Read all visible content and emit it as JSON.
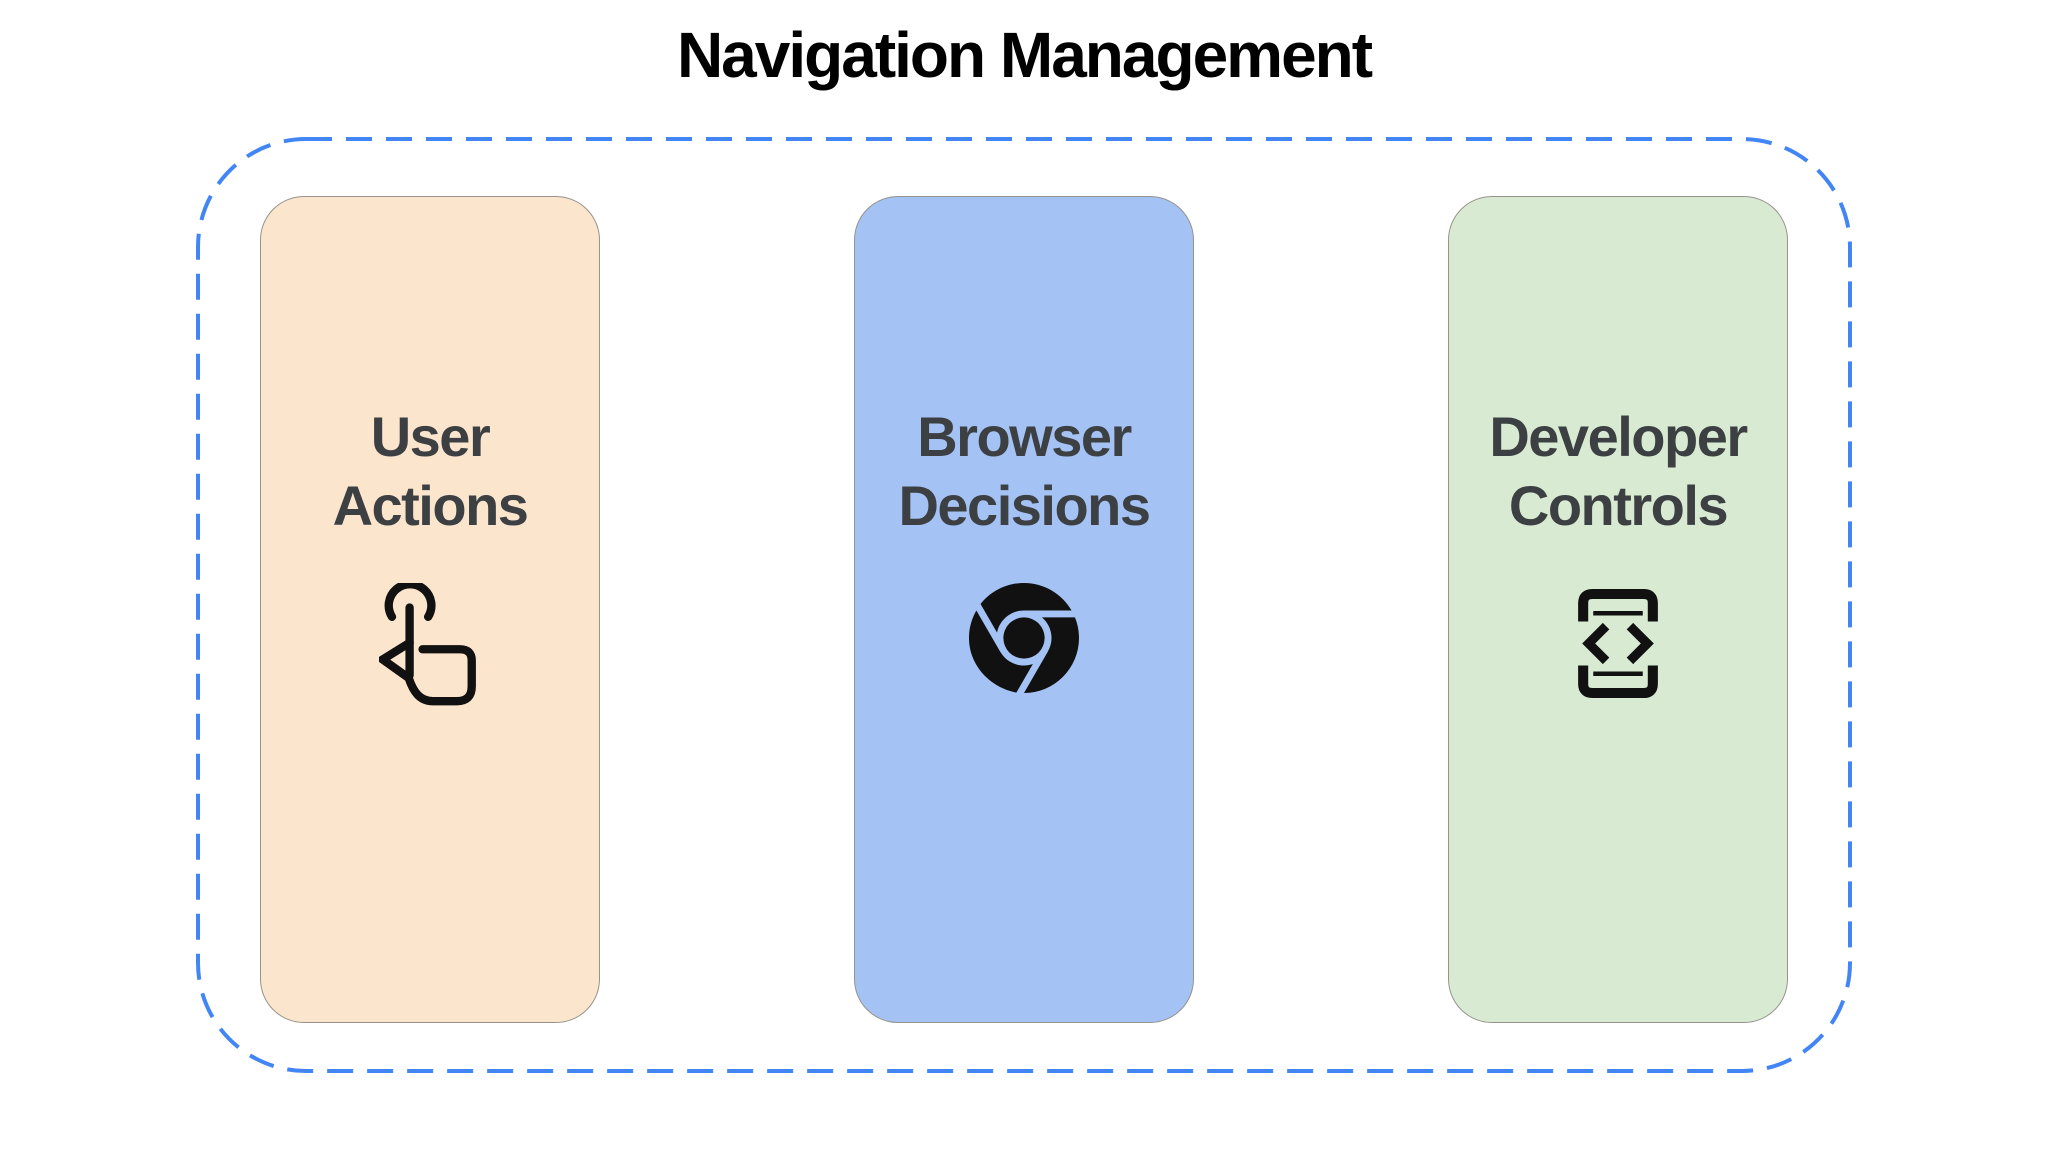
{
  "title": "Navigation Management",
  "colors": {
    "background": "#FFFFFF",
    "title_text": "#000000",
    "card_text": "#3C4043",
    "dashed_border": "#4285F4",
    "card_border": "#96938C",
    "icon_color": "#111111",
    "user_actions_bg": "#FCE5CD",
    "browser_decisions_bg": "#A4C2F4",
    "developer_controls_bg": "#D9EAD3"
  },
  "cards": [
    {
      "label": "User Actions",
      "line1": "User",
      "line2": "Actions",
      "bg": "#FCE5CD",
      "icon": "tap-gesture-icon"
    },
    {
      "label": "Browser Decisions",
      "line1": "Browser",
      "line2": "Decisions",
      "bg": "#A4C2F4",
      "icon": "chrome-browser-icon"
    },
    {
      "label": "Developer Controls",
      "line1": "Developer",
      "line2": "Controls",
      "bg": "#D9EAD3",
      "icon": "developer-mode-icon"
    }
  ]
}
